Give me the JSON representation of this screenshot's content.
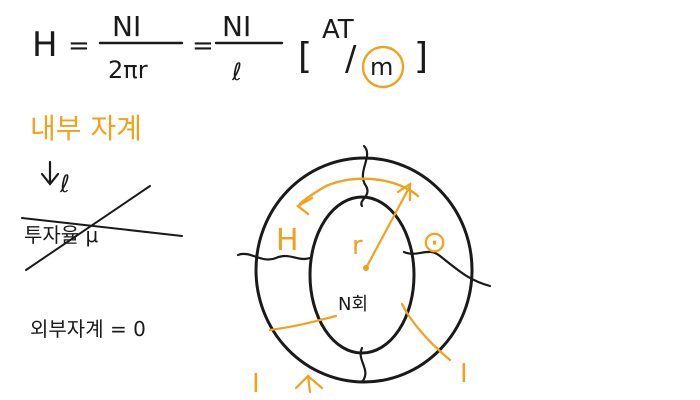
{
  "formula": {
    "lhs": "H",
    "eq1": "=",
    "frac1_num": "NI",
    "frac1_den": "2πr",
    "eq2": "=",
    "frac2_num": "NI",
    "frac2_den": "ℓ",
    "unit_open": "[",
    "unit_num": "AT",
    "unit_slash": "/",
    "unit_den": "m",
    "unit_close": "]"
  },
  "notes": {
    "internal_field": "내부 자계",
    "length_symbol": "ℓ",
    "permeability_crossed": "투자율 μ",
    "external_field": "외부자계 = 0"
  },
  "toroid": {
    "label_H": "H",
    "label_r": "r",
    "label_direction": "⊙",
    "label_turns": "N회",
    "label_I_left": "I",
    "label_I_right": "I"
  },
  "colors": {
    "ink": "#1a1a1a",
    "highlight": "#f0a21c"
  }
}
